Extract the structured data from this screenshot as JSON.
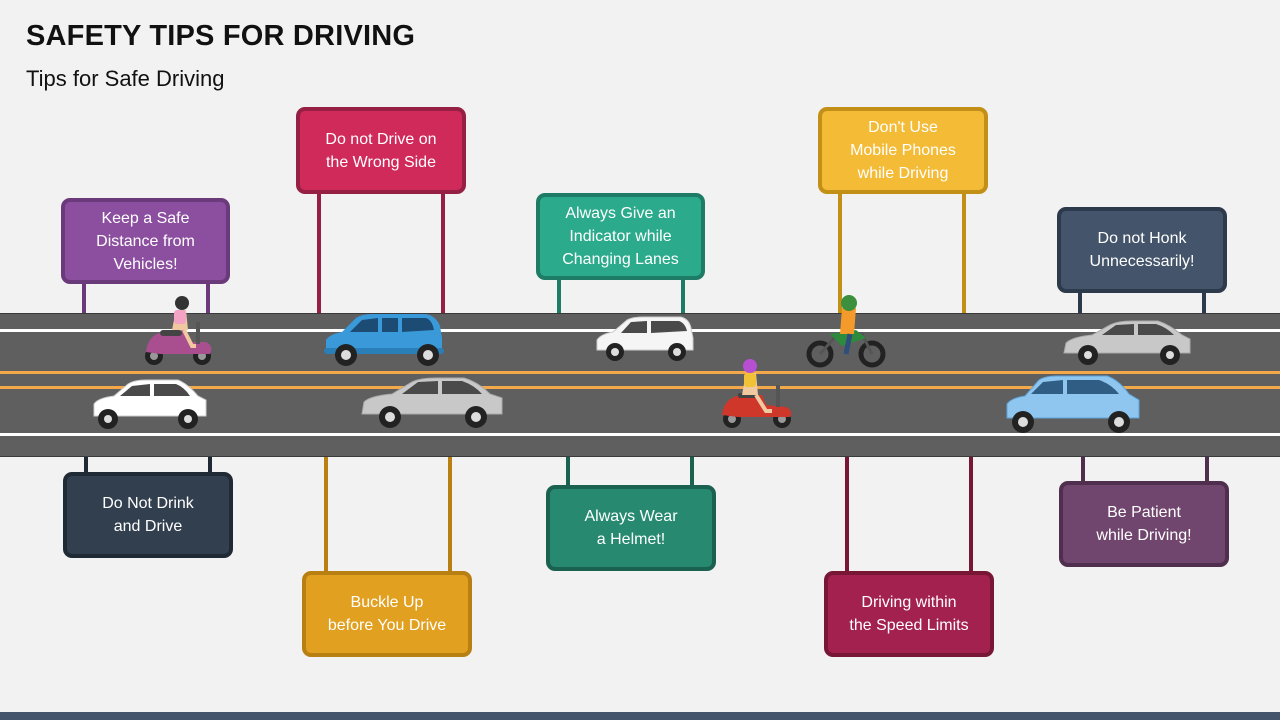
{
  "header": {
    "title": "SAFETY TIPS FOR DRIVING",
    "subtitle": "Tips for Safe Driving"
  },
  "tips": {
    "keep_distance": {
      "text": "Keep a Safe\nDistance from\nVehicles!",
      "color": "#8c4f9f",
      "border": "#6b3a7b"
    },
    "wrong_side": {
      "text": "Do not Drive on\nthe Wrong Side",
      "color": "#d02a5a",
      "border": "#962044"
    },
    "indicator": {
      "text": "Always Give an\nIndicator while\nChanging Lanes",
      "color": "#2bab8c",
      "border": "#1e7c66"
    },
    "mobile_phones": {
      "text": "Don't Use\nMobile Phones\nwhile Driving",
      "color": "#f3bb36",
      "border": "#c28f17"
    },
    "honk": {
      "text": "Do not Honk\nUnnecessarily!",
      "color": "#44546a",
      "border": "#2d3a4b"
    },
    "drink_drive": {
      "text": "Do Not Drink\nand Drive",
      "color": "#323f4f",
      "border": "#1f2a35"
    },
    "buckle_up": {
      "text": "Buckle Up\nbefore You Drive",
      "color": "#e2a021",
      "border": "#b87f12"
    },
    "helmet": {
      "text": "Always Wear\na Helmet!",
      "color": "#278a70",
      "border": "#1b6150"
    },
    "speed_limits": {
      "text": "Driving within\nthe Speed Limits",
      "color": "#a3214e",
      "border": "#781636"
    },
    "patient": {
      "text": "Be Patient\nwhile Driving!",
      "color": "#70466e",
      "border": "#4f2f4d"
    }
  },
  "icons": {
    "vehicles": [
      "pink-scooter-icon",
      "blue-car-icon",
      "white-car-icon",
      "green-motorbike-icon",
      "silver-car-icon",
      "white-car-icon",
      "silver-car-icon",
      "red-scooter-icon",
      "light-blue-car-icon"
    ]
  }
}
